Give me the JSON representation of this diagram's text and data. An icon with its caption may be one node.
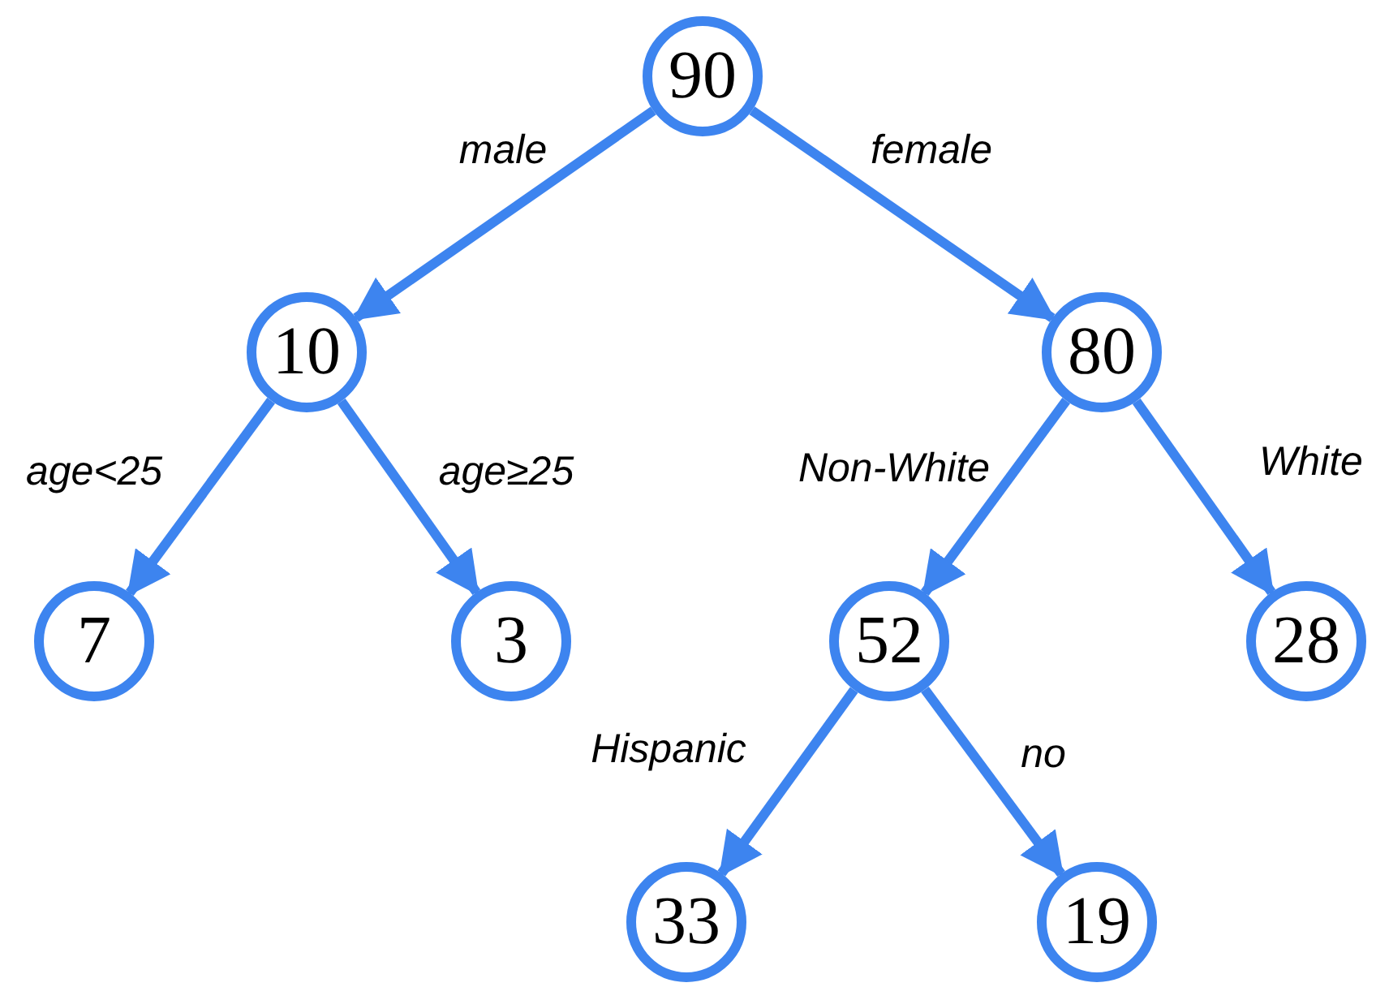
{
  "diagram": {
    "nodes": [
      {
        "text": [
          "90"
        ]
      },
      {
        "text": [
          "10"
        ]
      },
      {
        "text": [
          "80"
        ]
      },
      {
        "text": [
          "7"
        ]
      },
      {
        "text": [
          "3"
        ]
      },
      {
        "text": [
          "52"
        ]
      },
      {
        "text": [
          "28"
        ]
      },
      {
        "text": [
          "33"
        ]
      },
      {
        "text": [
          "19"
        ]
      }
    ],
    "edges": [
      {
        "from": 0,
        "to": 1,
        "arrow": "to",
        "label": "male"
      },
      {
        "from": 0,
        "to": 2,
        "arrow": "to",
        "label": "female"
      },
      {
        "from": 1,
        "to": 3,
        "arrow": "to",
        "label": "age<25"
      },
      {
        "from": 1,
        "to": 4,
        "arrow": "to",
        "label": "age≥25"
      },
      {
        "from": 2,
        "to": 5,
        "arrow": "to",
        "label": "Non-White"
      },
      {
        "from": 2,
        "to": 6,
        "arrow": "to",
        "label": "White"
      },
      {
        "from": 5,
        "to": 7,
        "arrow": "to",
        "label": "Hispanic"
      },
      {
        "from": 5,
        "to": 8,
        "arrow": "to",
        "label": "no"
      }
    ]
  }
}
